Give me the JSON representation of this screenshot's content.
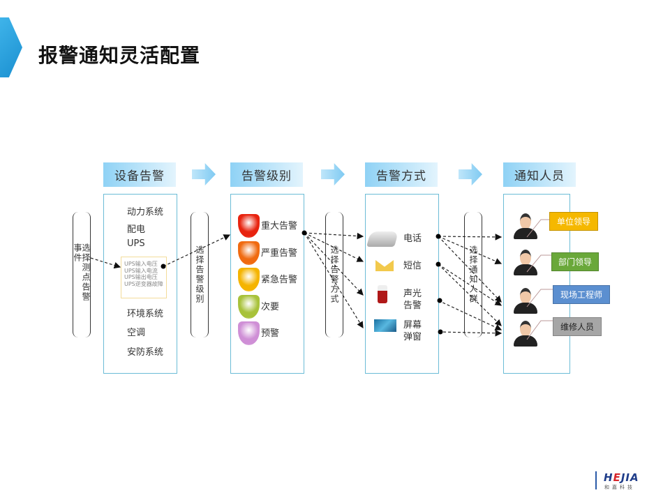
{
  "title": "报警通知灵活配置",
  "headers": [
    "设备告警",
    "告警级别",
    "告警方式",
    "通知人员"
  ],
  "selectors": [
    "选择测点告警事件",
    "选择告警级别",
    "选择告警方式",
    "选择通知人群"
  ],
  "devices": [
    "动力系统",
    "配电",
    "UPS",
    "环境系统",
    "空调",
    "安防系统"
  ],
  "ups_items": [
    "UPS输入电压",
    "UPS输入电流",
    "UPS输出电压",
    "UPS逆变器故障"
  ],
  "levels": [
    {
      "label": "重大告警",
      "color": "#e8230f"
    },
    {
      "label": "严重告警",
      "color": "#f06a10"
    },
    {
      "label": "紧急告警",
      "color": "#f5b400"
    },
    {
      "label": "次要",
      "color": "#a8c23a"
    },
    {
      "label": "预警",
      "color": "#cf8fd6"
    }
  ],
  "methods": [
    {
      "label": "电话",
      "icon": "phone-icon"
    },
    {
      "label": "短信",
      "icon": "envelope-icon"
    },
    {
      "label": "声光\n告警",
      "icon": "alarm-light-icon"
    },
    {
      "label": "屏幕\n弹窗",
      "icon": "screen-popup-icon"
    }
  ],
  "people": [
    {
      "label": "单位领导",
      "color": "#f5b800"
    },
    {
      "label": "部门领导",
      "color": "#6aa83a"
    },
    {
      "label": "现场工程师",
      "color": "#5b8fd0"
    },
    {
      "label": "维修人员",
      "color": "#a6a6a6"
    }
  ],
  "logo": {
    "brand": "HEJIA",
    "sub": "和嘉科技"
  }
}
